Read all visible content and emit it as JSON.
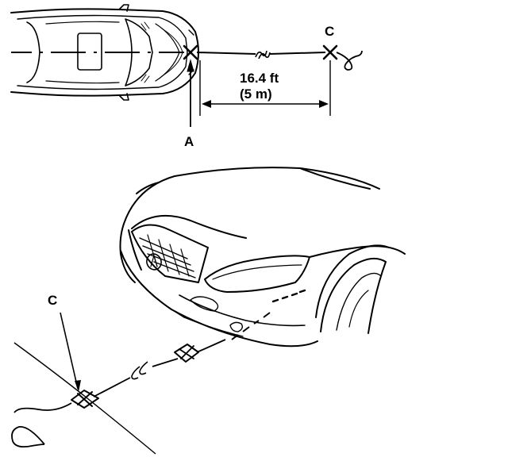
{
  "top_view": {
    "label_a": "A",
    "label_c": "C",
    "distance_ft": "16.4 ft",
    "distance_m": "(5 m)"
  },
  "perspective_view": {
    "label_c": "C"
  }
}
